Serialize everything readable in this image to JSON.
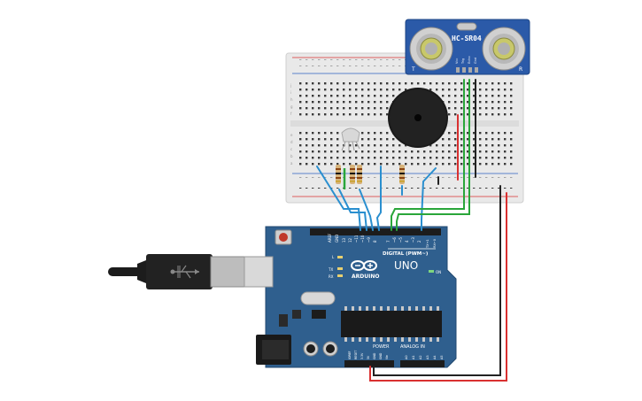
{
  "sensor": {
    "label": "HC-SR04",
    "left_mark": "T",
    "right_mark": "R",
    "pins": [
      "Vcc",
      "Trig",
      "Echo",
      "Gnd"
    ]
  },
  "arduino": {
    "brand": "ARDUINO",
    "model": "UNO",
    "digital_label": "DIGITAL (PWM~)",
    "analog_label": "ANALOG IN",
    "power_label": "POWER",
    "on_label": "ON",
    "l_label": "L",
    "tx_label": "TX",
    "rx_label": "RX",
    "top_pins": [
      "AREF",
      "GND",
      "13",
      "12",
      "~11",
      "~10",
      "~9",
      "8",
      "7",
      "~6",
      "~5",
      "4",
      "~3",
      "2",
      "TX→1",
      "RX←0"
    ],
    "power_pins": [
      "IOREF",
      "RESET",
      "3.3V",
      "5V",
      "GND",
      "GND",
      "Vin"
    ],
    "analog_pins": [
      "A0",
      "A1",
      "A2",
      "A3",
      "A4",
      "A5"
    ]
  },
  "breadboard": {
    "row_letters_top": [
      "j",
      "i",
      "h",
      "g",
      "f"
    ],
    "row_letters_bottom": [
      "e",
      "d",
      "c",
      "b",
      "a"
    ]
  },
  "colors": {
    "arduino_board": "#2f5f8e",
    "sensor_board": "#2b5aa8",
    "wire_blue": "#2a8fcf",
    "wire_green": "#2aa63a",
    "wire_red": "#d93030",
    "wire_black": "#222222"
  }
}
